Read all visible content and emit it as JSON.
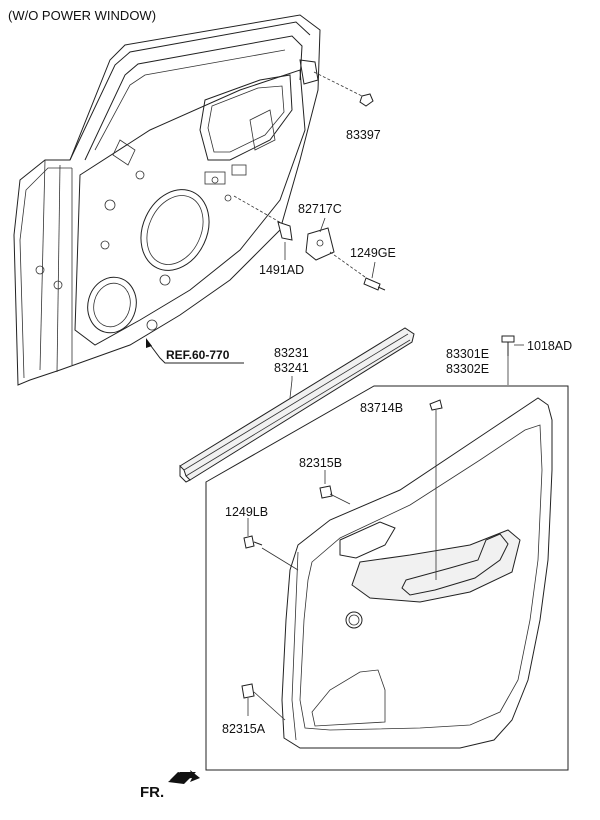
{
  "header": {
    "note": "(W/O POWER WINDOW)"
  },
  "reference": {
    "label": "REF.60-770"
  },
  "direction": {
    "label": "FR."
  },
  "parts": {
    "p83397": "83397",
    "p82717c": "82717C",
    "p1249ge": "1249GE",
    "p1491ad": "1491AD",
    "p83231": "83231",
    "p83241": "83241",
    "p83301e": "83301E",
    "p83302e": "83302E",
    "p1018ad": "1018AD",
    "p83714b": "83714B",
    "p82315b": "82315B",
    "p1249lb": "1249LB",
    "p82315a": "82315A"
  },
  "icons": {
    "direction_arrow": "arrow-down-left-icon"
  }
}
